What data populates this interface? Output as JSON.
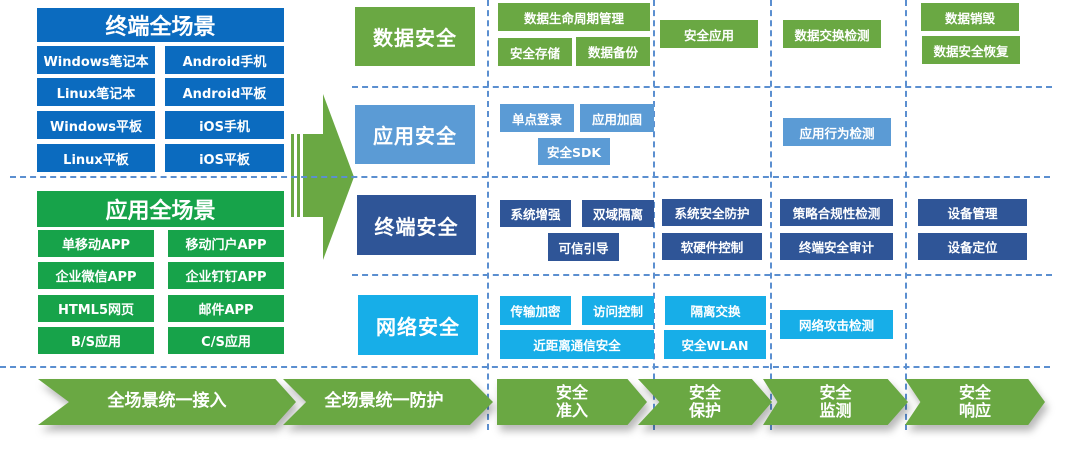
{
  "terminal_scenes": {
    "title": "终端全场景",
    "items": [
      "Windows笔记本",
      "Android手机",
      "Linux笔记本",
      "Android平板",
      "Windows平板",
      "iOS手机",
      "Linux平板",
      "iOS平板"
    ]
  },
  "app_scenes": {
    "title": "应用全场景",
    "items": [
      "单移动APP",
      "移动门户APP",
      "企业微信APP",
      "企业钉钉APP",
      "HTML5网页",
      "邮件APP",
      "B/S应用",
      "C/S应用"
    ]
  },
  "categories": {
    "data": {
      "label": "数据安全",
      "access": [
        "数据生命周期管理",
        "安全存储",
        "数据备份"
      ],
      "protect": [
        "安全应用"
      ],
      "monitor": [
        "数据交换检测"
      ],
      "respond": [
        "数据销毁",
        "数据安全恢复"
      ]
    },
    "app": {
      "label": "应用安全",
      "access": [
        "单点登录",
        "应用加固",
        "安全SDK"
      ],
      "protect": [],
      "monitor": [
        "应用行为检测"
      ],
      "respond": []
    },
    "terminal": {
      "label": "终端安全",
      "access": [
        "系统增强",
        "双域隔离",
        "可信引导"
      ],
      "protect": [
        "系统安全防护",
        "软硬件控制"
      ],
      "monitor": [
        "策略合规性检测",
        "终端安全审计"
      ],
      "respond": [
        "设备管理",
        "设备定位"
      ]
    },
    "network": {
      "label": "网络安全",
      "access": [
        "传输加密",
        "访问控制",
        "近距离通信安全"
      ],
      "protect": [
        "隔离交换",
        "安全WLAN"
      ],
      "monitor": [
        "网络攻击检测"
      ],
      "respond": []
    }
  },
  "flow_steps": [
    {
      "line1": "全场景统一接入",
      "line2": ""
    },
    {
      "line1": "全场景统一防护",
      "line2": ""
    },
    {
      "line1": "安全",
      "line2": "准入"
    },
    {
      "line1": "安全",
      "line2": "保护"
    },
    {
      "line1": "安全",
      "line2": "监测"
    },
    {
      "line1": "安全",
      "line2": "响应"
    }
  ],
  "colors": {
    "terminal_scene_blue": "#0b6bbf",
    "app_scene_green": "#17a34a",
    "data_security_green": "#6aa843",
    "app_security_blue": "#5b9bd5",
    "terminal_security_navy": "#2f5597",
    "network_security_cyan": "#17aee8",
    "dashed_line": "#5b8fd0"
  }
}
